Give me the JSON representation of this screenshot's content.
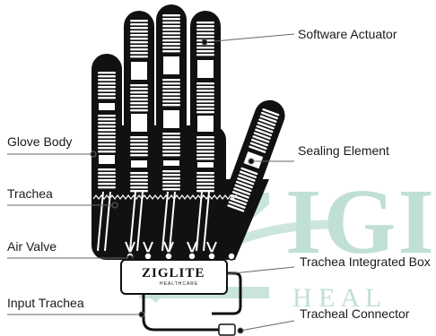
{
  "labels": {
    "software_actuator": "Software Actuator",
    "glove_body": "Glove Body",
    "sealing_element": "Sealing Element",
    "trachea": "Trachea",
    "air_valve": "Air Valve",
    "trachea_integrated_box": "Trachea Integrated Box",
    "input_trachea": "Input Trachea",
    "tracheal_connector": "Tracheal Connector"
  },
  "box_logo": {
    "brand": "ZIGLITE",
    "tagline": "HEALTHCARE"
  },
  "watermark": {
    "line1": "IGI",
    "line2": "H E A L"
  },
  "colors": {
    "glove": "#111111",
    "actuator": "#ffffff",
    "watermark": "#bfe0d3",
    "leader": "#666666"
  }
}
